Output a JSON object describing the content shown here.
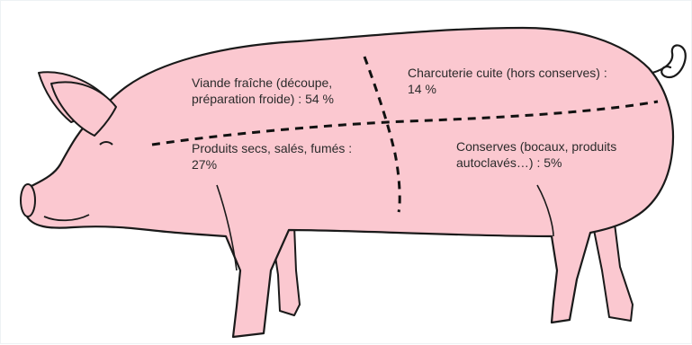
{
  "colors": {
    "body_fill": "#fbc8d0",
    "outline": "#1a1a1a",
    "cut_line": "#111111",
    "text": "#2b2b2b",
    "frame": "#eef2f4"
  },
  "diagram": {
    "zones": [
      {
        "id": "viande-fraiche",
        "lines": [
          "Viande fraîche (découpe,",
          "préparation froide) : 54 %"
        ]
      },
      {
        "id": "charcuterie-cuite",
        "lines": [
          "Charcuterie cuite (hors conserves) :",
          "14 %"
        ]
      },
      {
        "id": "produits-secs",
        "lines": [
          "Produits secs, salés, fumés :",
          "27%"
        ]
      },
      {
        "id": "conserves",
        "lines": [
          "Conserves (bocaux, produits",
          "autoclavés…) : 5%"
        ]
      }
    ]
  }
}
